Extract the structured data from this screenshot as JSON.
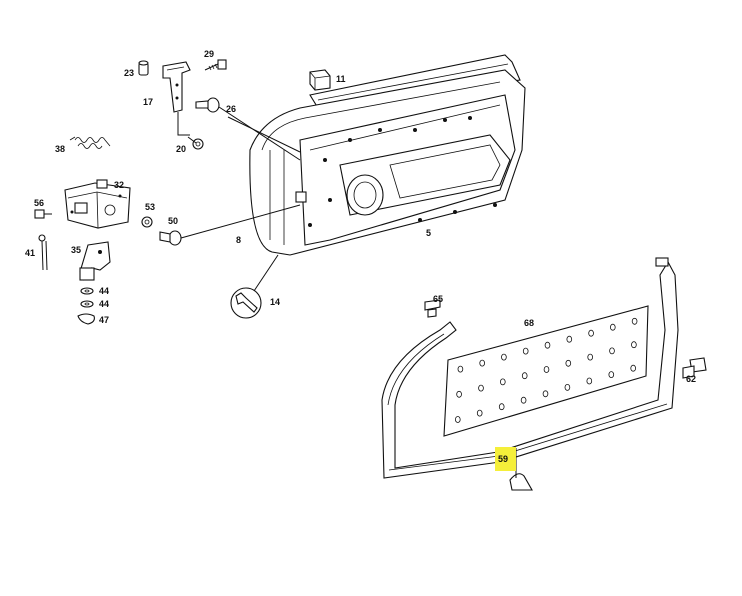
{
  "callouts": [
    {
      "id": "29",
      "text": "29"
    },
    {
      "id": "23",
      "text": "23"
    },
    {
      "id": "11",
      "text": "11"
    },
    {
      "id": "17",
      "text": "17"
    },
    {
      "id": "26",
      "text": "26"
    },
    {
      "id": "38",
      "text": "38"
    },
    {
      "id": "20",
      "text": "20"
    },
    {
      "id": "32",
      "text": "32"
    },
    {
      "id": "56",
      "text": "56"
    },
    {
      "id": "53",
      "text": "53"
    },
    {
      "id": "50",
      "text": "50"
    },
    {
      "id": "8",
      "text": "8"
    },
    {
      "id": "5",
      "text": "5"
    },
    {
      "id": "41",
      "text": "41"
    },
    {
      "id": "35",
      "text": "35"
    },
    {
      "id": "14",
      "text": "14"
    },
    {
      "id": "44a",
      "text": "44"
    },
    {
      "id": "44b",
      "text": "44"
    },
    {
      "id": "47",
      "text": "47"
    },
    {
      "id": "65",
      "text": "65"
    },
    {
      "id": "68",
      "text": "68"
    },
    {
      "id": "62",
      "text": "62"
    },
    {
      "id": "59",
      "text": "59"
    }
  ],
  "highlight": {
    "callout": "59",
    "color": "#f5ef3a"
  },
  "colors": {
    "line": "#111111",
    "background": "#ffffff"
  }
}
